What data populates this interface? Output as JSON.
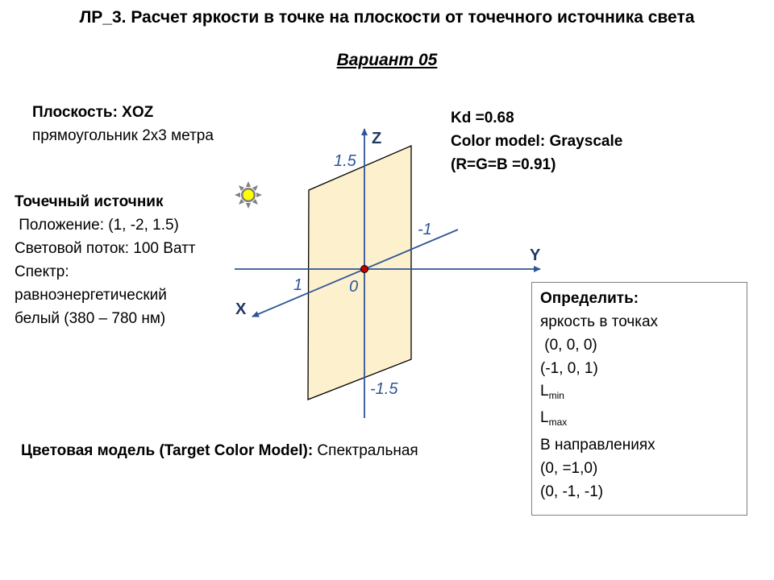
{
  "title": "ЛР_3. Расчет яркости в точке на плоскости от точечного источника света",
  "variant": "Вариант 05",
  "plane": {
    "label": "Плоскость: XOZ",
    "desc": "прямоугольник 2х3 метра"
  },
  "source": {
    "heading": "Точечный источник",
    "position": " Положение: (1, -2, 1.5)",
    "flux": "Световой поток: 100 Ватт",
    "spectrum_label": "Спектр:",
    "spectrum_value_1": "равноэнергетический",
    "spectrum_value_2": "белый (380 – 780 нм)"
  },
  "material": {
    "kd": "Kd =0.68",
    "color_model": "Color model: Grayscale",
    "rgb": "(R=G=B =0.91)"
  },
  "target_model": {
    "label": "Цветовая модель (Target Color Model):",
    "value": " Спектральная"
  },
  "task": {
    "heading": "Определить:",
    "line1": "яркость в точках",
    "p1": " (0, 0, 0)",
    "p2": "(-1, 0, 1)",
    "lmin_main": "L",
    "lmin_sub": "min",
    "lmax_main": "L",
    "lmax_sub": "max",
    "dir_heading": "В направлениях",
    "d1": "(0, =1,0)",
    "d2": "(0, -1, -1)"
  },
  "diagram": {
    "axis_z": "Z",
    "axis_y": "Y",
    "axis_x": "X",
    "z_top": "1.5",
    "z_bottom": "-1.5",
    "x_one": "1",
    "y_minus_one": "-1",
    "origin": "0"
  },
  "colors": {
    "plane_fill": "#fdf0cd",
    "axis": "#2f5597",
    "origin_dot": "#c00000",
    "sun": "#ffff00"
  },
  "icons": {
    "light_source": "sun-icon"
  }
}
